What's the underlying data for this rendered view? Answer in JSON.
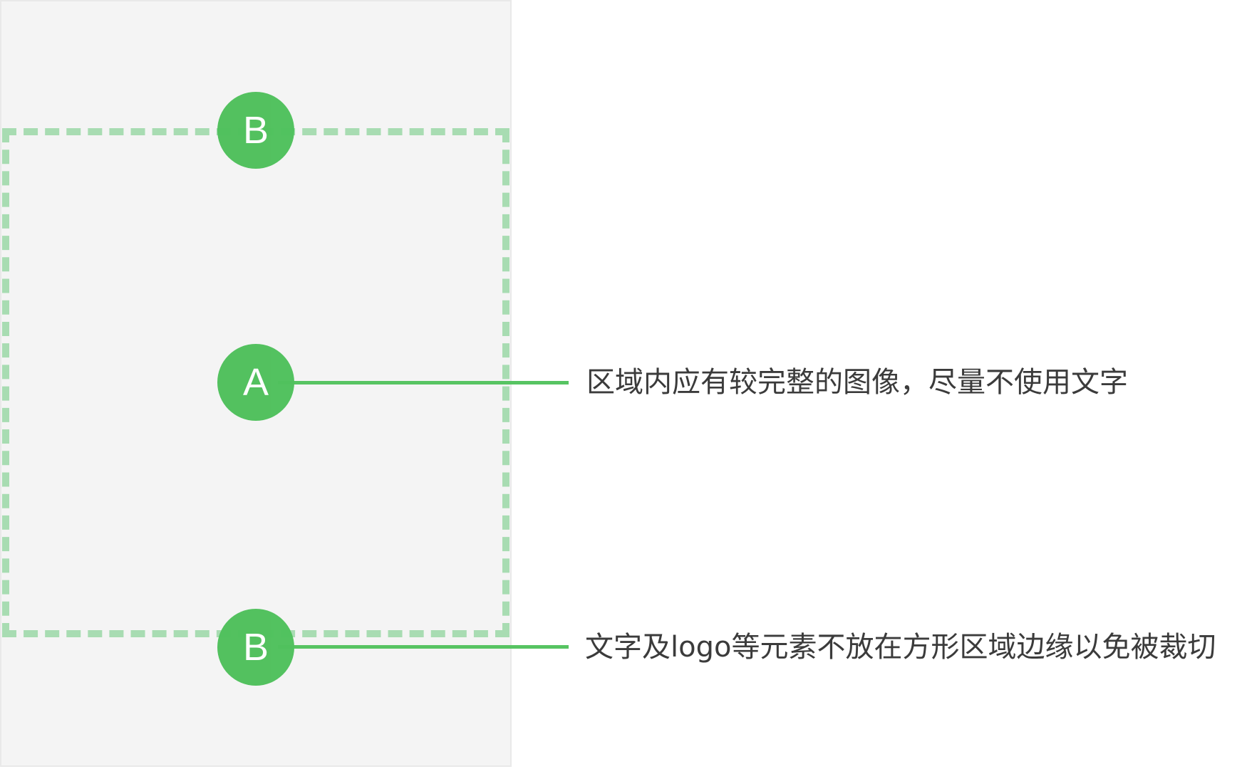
{
  "markers": {
    "top": "B",
    "center": "A",
    "bottom": "B"
  },
  "callouts": {
    "center": "区域内应有较完整的图像，尽量不使用文字",
    "bottom": "文字及logo等元素不放在方形区域边缘以免被裁切"
  },
  "colors": {
    "panel_background": "#f4f4f4",
    "dashed_border": "#a8dcb2",
    "marker_fill": "#50c15d",
    "connector": "#57c462",
    "text": "#3b3b3b"
  }
}
